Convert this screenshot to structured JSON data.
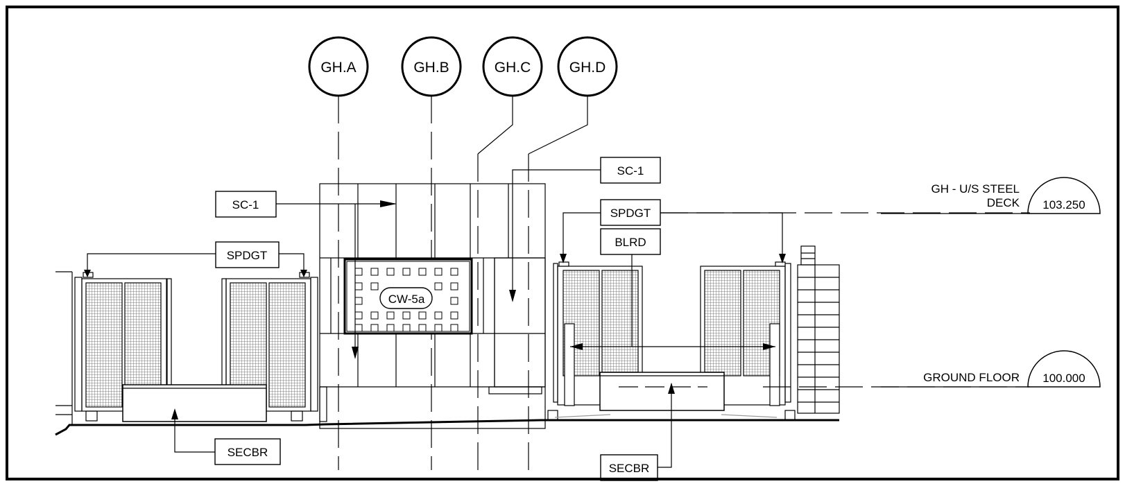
{
  "grid": {
    "a": "GH.A",
    "b": "GH.B",
    "c": "GH.C",
    "d": "GH.D"
  },
  "tags": {
    "sc1_left": "SC-1",
    "sc1_right": "SC-1",
    "spdgt_left": "SPDGT",
    "spdgt_right": "SPDGT",
    "blrd": "BLRD",
    "cw5a": "CW-5a",
    "secbr_left": "SECBR",
    "secbr_right": "SECBR"
  },
  "levels": {
    "steel_deck": {
      "name_line1": "GH - U/S STEEL",
      "name_line2": "DECK",
      "value": "103.250"
    },
    "ground_floor": {
      "name": "GROUND FLOOR",
      "value": "100.000"
    }
  }
}
